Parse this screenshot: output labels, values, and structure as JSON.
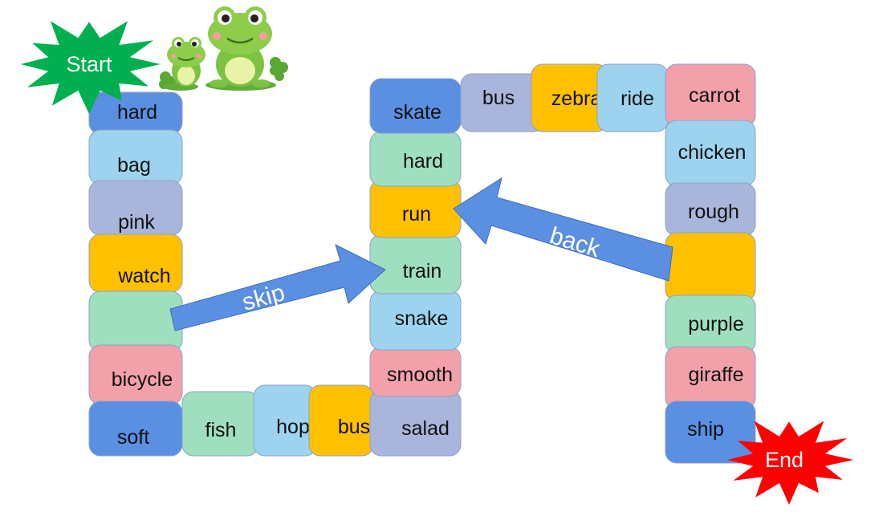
{
  "colors": {
    "blue": "#5b8fe2",
    "lightblue": "#9dd3ee",
    "lavender": "#aab5dc",
    "gold": "#ffc000",
    "mint": "#9fdfc0",
    "pink": "#f2a1ab",
    "arrow": "#5b8fe2",
    "start_burst": "#00b050",
    "end_burst": "#ff0000",
    "frog_green": "#7dc242"
  },
  "start_label": "Start",
  "end_label": "End",
  "arrows": {
    "skip_label": "skip",
    "back_label": "back"
  },
  "path": {
    "col1": [
      {
        "word": "hard",
        "color": "blue"
      },
      {
        "word": "bag",
        "color": "lightblue"
      },
      {
        "word": "pink",
        "color": "lavender"
      },
      {
        "word": "watch",
        "color": "gold"
      },
      {
        "word": "",
        "color": "mint"
      },
      {
        "word": "bicycle",
        "color": "pink"
      },
      {
        "word": "soft",
        "color": "blue"
      }
    ],
    "bottom_row": [
      {
        "word": "fish",
        "color": "mint"
      },
      {
        "word": "hop",
        "color": "lightblue"
      },
      {
        "word": "bus",
        "color": "gold"
      }
    ],
    "col2": [
      {
        "word": "salad",
        "color": "lavender"
      },
      {
        "word": "smooth",
        "color": "pink"
      },
      {
        "word": "snake",
        "color": "lightblue"
      },
      {
        "word": "train",
        "color": "mint"
      },
      {
        "word": "run",
        "color": "gold"
      },
      {
        "word": "hard",
        "color": "mint"
      },
      {
        "word": "skate",
        "color": "blue"
      }
    ],
    "top_row": [
      {
        "word": "bus",
        "color": "lavender"
      },
      {
        "word": "zebra",
        "color": "gold"
      },
      {
        "word": "ride",
        "color": "lightblue"
      }
    ],
    "col3": [
      {
        "word": "carrot",
        "color": "pink"
      },
      {
        "word": "chicken",
        "color": "lightblue"
      },
      {
        "word": "rough",
        "color": "lavender"
      },
      {
        "word": "",
        "color": "gold"
      },
      {
        "word": "purple",
        "color": "mint"
      },
      {
        "word": "giraffe",
        "color": "pink"
      },
      {
        "word": "ship",
        "color": "blue"
      }
    ]
  }
}
